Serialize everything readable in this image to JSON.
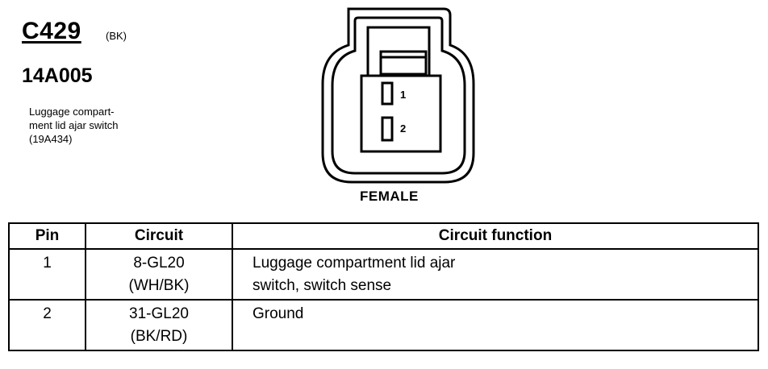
{
  "header": {
    "connector_id": "C429",
    "color_code": "(BK)",
    "part_number": "14A005",
    "description_lines": [
      "Luggage compart-",
      "ment lid ajar switch",
      "(19A434)"
    ]
  },
  "connector": {
    "gender": "FEMALE",
    "pin_labels": [
      "1",
      "2"
    ]
  },
  "table": {
    "headers": [
      "Pin",
      "Circuit",
      "Circuit function"
    ],
    "rows": [
      {
        "pin": "1",
        "circuit": [
          "8-GL20",
          "(WH/BK)"
        ],
        "function": [
          "Luggage compartment lid ajar",
          "switch, switch sense"
        ]
      },
      {
        "pin": "2",
        "circuit": [
          "31-GL20",
          "(BK/RD)"
        ],
        "function": [
          "Ground"
        ]
      }
    ]
  }
}
